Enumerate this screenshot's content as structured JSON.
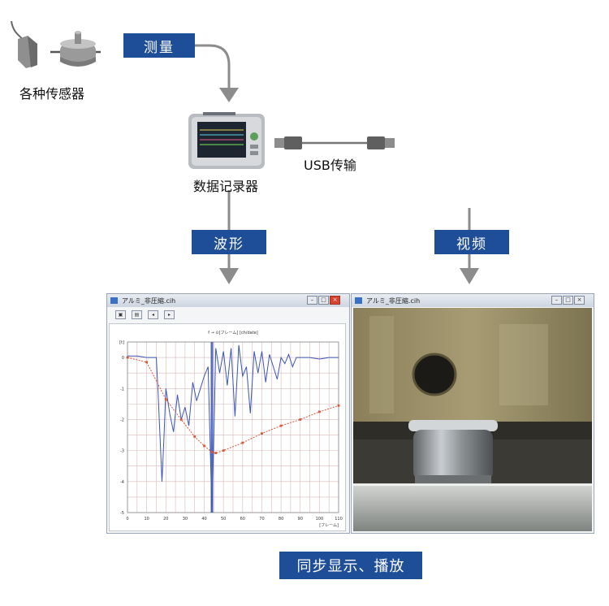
{
  "labels": {
    "measure": "测量",
    "sensors": "各种传感器",
    "recorder": "数据记录器",
    "usb": "USB传输",
    "waveform": "波形",
    "video": "视频",
    "sync": "同步显示、播放"
  },
  "left_window": {
    "title": "アルミ_非圧縮.cih",
    "chart_title": "f → ⊙[フレーム] [ch/date]",
    "x_unit": "[フレーム]",
    "x_ticks": [
      "0",
      "10",
      "20",
      "30",
      "40",
      "50",
      "60",
      "70",
      "80",
      "90",
      "100",
      "110"
    ],
    "y_ticks": [
      "[t]",
      "0",
      "-1",
      "-2",
      "-3",
      "-4",
      "-5"
    ]
  },
  "right_window": {
    "title": "アルミ_非圧縮.cih"
  },
  "colors": {
    "tag_bg": "#1f4e99",
    "arrow": "#8c8c8c",
    "blue_series": "#3a55b5",
    "red_series": "#d9573a"
  },
  "chart_data": {
    "type": "line",
    "x_label": "[フレーム]",
    "xlim": [
      0,
      110
    ],
    "ylim": [
      -5,
      0.5
    ],
    "series": [
      {
        "x": [
          0,
          10,
          20,
          28,
          35,
          40,
          44,
          46,
          50,
          60,
          70,
          80,
          90,
          100,
          110
        ],
        "values": [
          0,
          -0.15,
          -1.35,
          -2.0,
          -2.55,
          -2.85,
          -3.05,
          -3.08,
          -3.0,
          -2.75,
          -2.45,
          -2.2,
          -2.0,
          -1.75,
          -1.55
        ]
      },
      {
        "x": [
          0,
          5,
          10,
          15,
          16,
          18,
          19,
          20,
          22,
          24,
          26,
          28,
          30,
          32,
          34,
          36,
          38,
          40,
          42,
          44,
          45,
          46,
          48,
          50,
          52,
          54,
          56,
          58,
          60,
          62,
          64,
          66,
          68,
          70,
          72,
          74,
          76,
          78,
          80,
          82,
          84,
          86,
          88,
          90,
          95,
          100,
          105,
          110
        ],
        "values": [
          0.05,
          0.05,
          0.0,
          0.0,
          -1.2,
          -4.0,
          -2.6,
          -1.0,
          -1.8,
          -2.4,
          -1.2,
          -2.0,
          -1.6,
          -2.2,
          -0.8,
          -1.4,
          -1.0,
          -0.6,
          -0.3,
          -5.0,
          -2.5,
          0.3,
          -0.5,
          0.2,
          -0.9,
          0.3,
          -1.9,
          0.4,
          -0.6,
          -0.3,
          -1.8,
          0.2,
          -0.5,
          0.2,
          -0.8,
          0.1,
          -0.3,
          -0.7,
          0.0,
          -0.2,
          0.1,
          -0.3,
          0.0,
          0.0,
          0.0,
          -0.05,
          0.0,
          0.0
        ]
      }
    ]
  }
}
